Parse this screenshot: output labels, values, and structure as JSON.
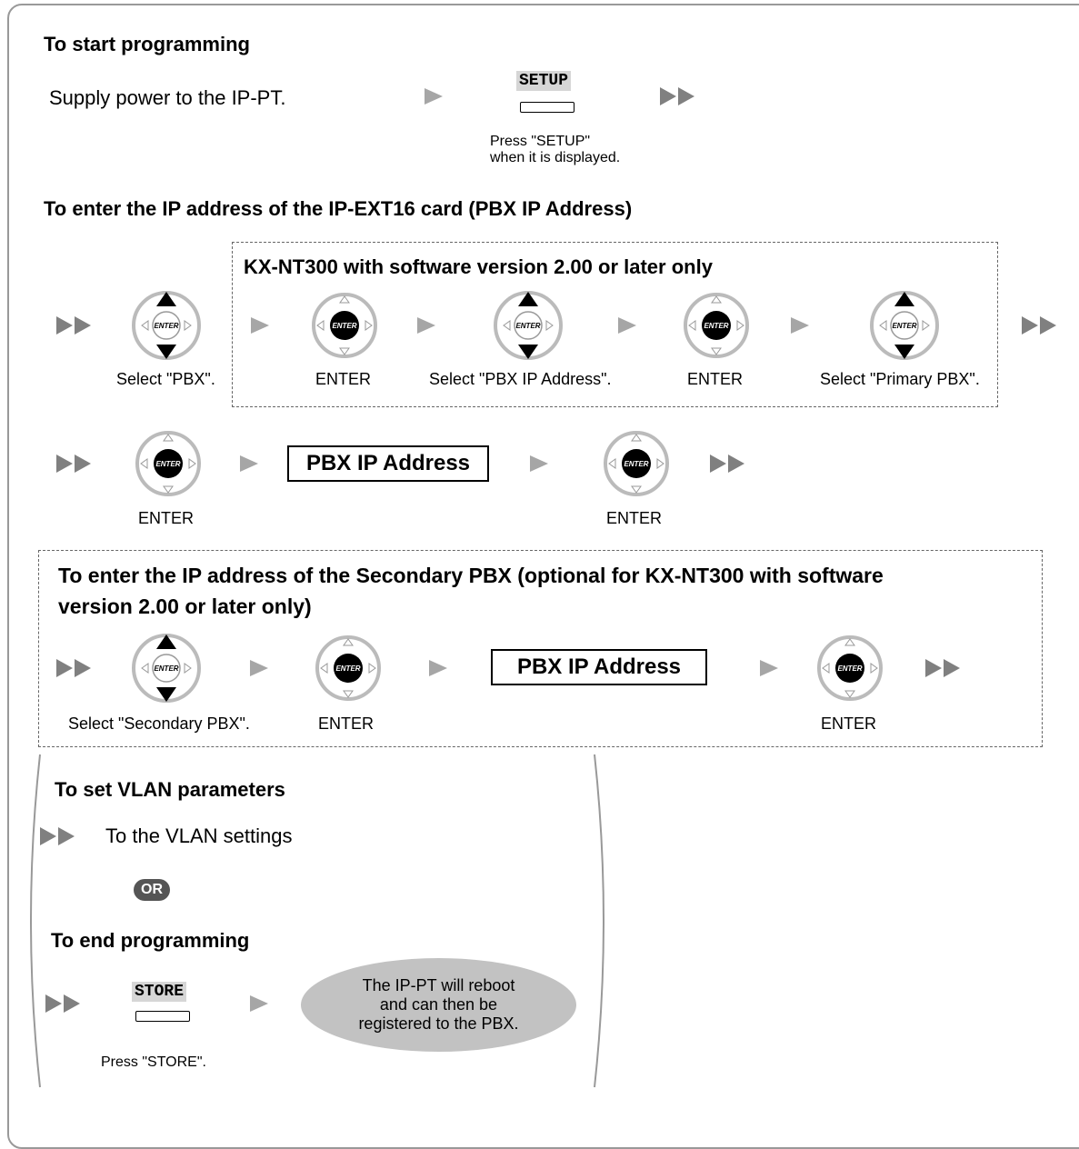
{
  "section_start": {
    "heading": "To start programming",
    "step_text": "Supply power to the IP-PT.",
    "setup_key": "SETUP",
    "setup_caption_line1": "Press \"SETUP\"",
    "setup_caption_line2": "when it is displayed."
  },
  "section_pbx_ip": {
    "heading": "To enter the IP address of the IP-EXT16 card (PBX IP Address)",
    "dashed_heading": "KX-NT300 with software version 2.00 or later only",
    "captions": [
      "Select \"PBX\".",
      "ENTER",
      "Select \"PBX IP Address\".",
      "ENTER",
      "Select \"Primary PBX\"."
    ],
    "row2_caption_1": "ENTER",
    "row2_box": "PBX IP Address",
    "row2_caption_2": "ENTER"
  },
  "section_secondary": {
    "heading_line1": "To enter the IP address of the Secondary PBX (optional for KX-NT300 with software",
    "heading_line2": "version 2.00 or later only)",
    "caption_select": "Select \"Secondary PBX\".",
    "caption_enter_1": "ENTER",
    "box": "PBX IP Address",
    "caption_enter_2": "ENTER"
  },
  "section_vlan": {
    "heading": "To set VLAN parameters",
    "link_text": "To the VLAN settings",
    "or_label": "OR"
  },
  "section_end": {
    "heading": "To end programming",
    "store_key": "STORE",
    "store_caption": "Press \"STORE\".",
    "result_line1": "The IP-PT will reboot",
    "result_line2": "and can then be",
    "result_line3": "registered to the PBX."
  },
  "colors": {
    "frame": "#999999",
    "key_highlight": "#d6d6d6",
    "oval": "#c2c2c2",
    "arrow": "#a6a6a6",
    "double_arrow": "#808080"
  }
}
